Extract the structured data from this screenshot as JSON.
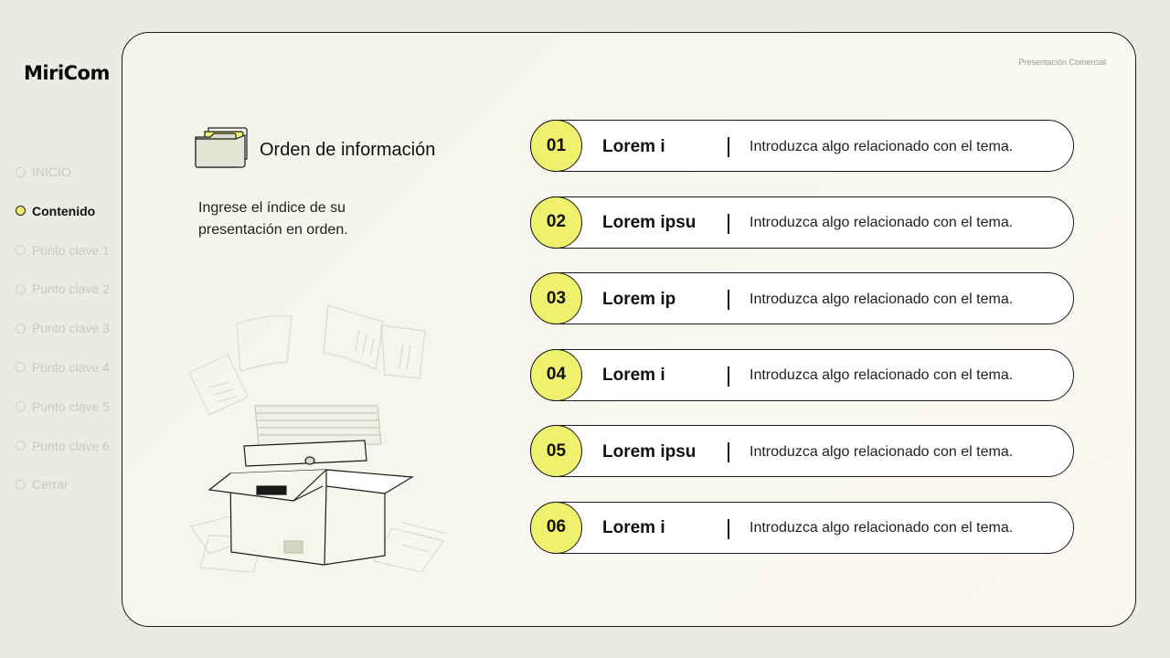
{
  "brand": "MiriCom",
  "nav": [
    {
      "label": "INICIO",
      "active": false
    },
    {
      "label": "Contenido",
      "active": true
    },
    {
      "label": "Punto clave 1",
      "active": false
    },
    {
      "label": "Punto clave 2",
      "active": false
    },
    {
      "label": "Punto clave 3",
      "active": false
    },
    {
      "label": "Punto clave 4",
      "active": false
    },
    {
      "label": "Punto clave 5",
      "active": false
    },
    {
      "label": "Punto clave 6",
      "active": false
    },
    {
      "label": "Cerrar",
      "active": false
    }
  ],
  "header": {
    "doc_label": "Presentación Comercial"
  },
  "section": {
    "title": "Orden de información",
    "description": "Ingrese el índice de su presentación en orden.",
    "folder_icon": "folder-icon",
    "illustration": "archive-box-illustration"
  },
  "items": [
    {
      "number": "01",
      "title": "Lorem i",
      "description": "Introduzca algo relacionado con el tema."
    },
    {
      "number": "02",
      "title": "Lorem ipsu",
      "description": "Introduzca algo relacionado con el tema."
    },
    {
      "number": "03",
      "title": "Lorem ip",
      "description": "Introduzca algo relacionado con el tema."
    },
    {
      "number": "04",
      "title": "Lorem i",
      "description": "Introduzca algo relacionado con el tema."
    },
    {
      "number": "05",
      "title": "Lorem ipsu",
      "description": "Introduzca algo relacionado con el tema."
    },
    {
      "number": "06",
      "title": "Lorem i",
      "description": "Introduzca algo relacionado con el tema."
    }
  ],
  "colors": {
    "accent": "#eef06e",
    "background": "#ebebe3",
    "panel": "#f5f5ec",
    "border": "#1a1a1a"
  }
}
